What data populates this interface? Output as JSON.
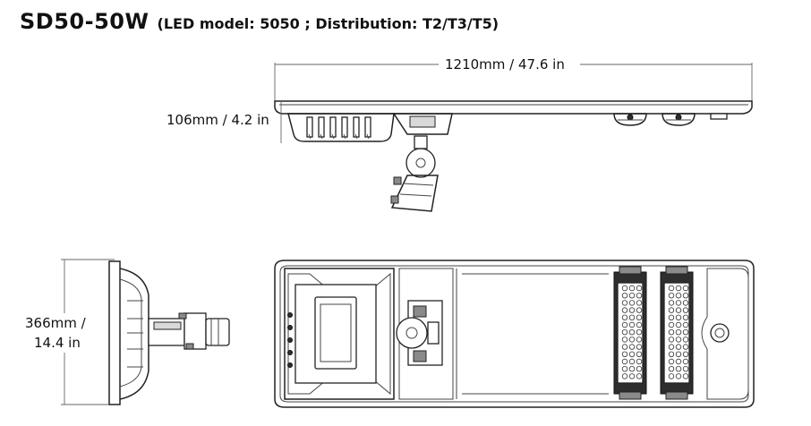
{
  "title": {
    "model": "SD50-50W",
    "details": "(LED model: 5050 ; Distribution: T2/T3/T5)"
  },
  "dimensions": {
    "length": "1210mm / 47.6 in",
    "height": "106mm / 4.2 in",
    "width_line1": "366mm /",
    "width_line2": "14.4 in"
  }
}
